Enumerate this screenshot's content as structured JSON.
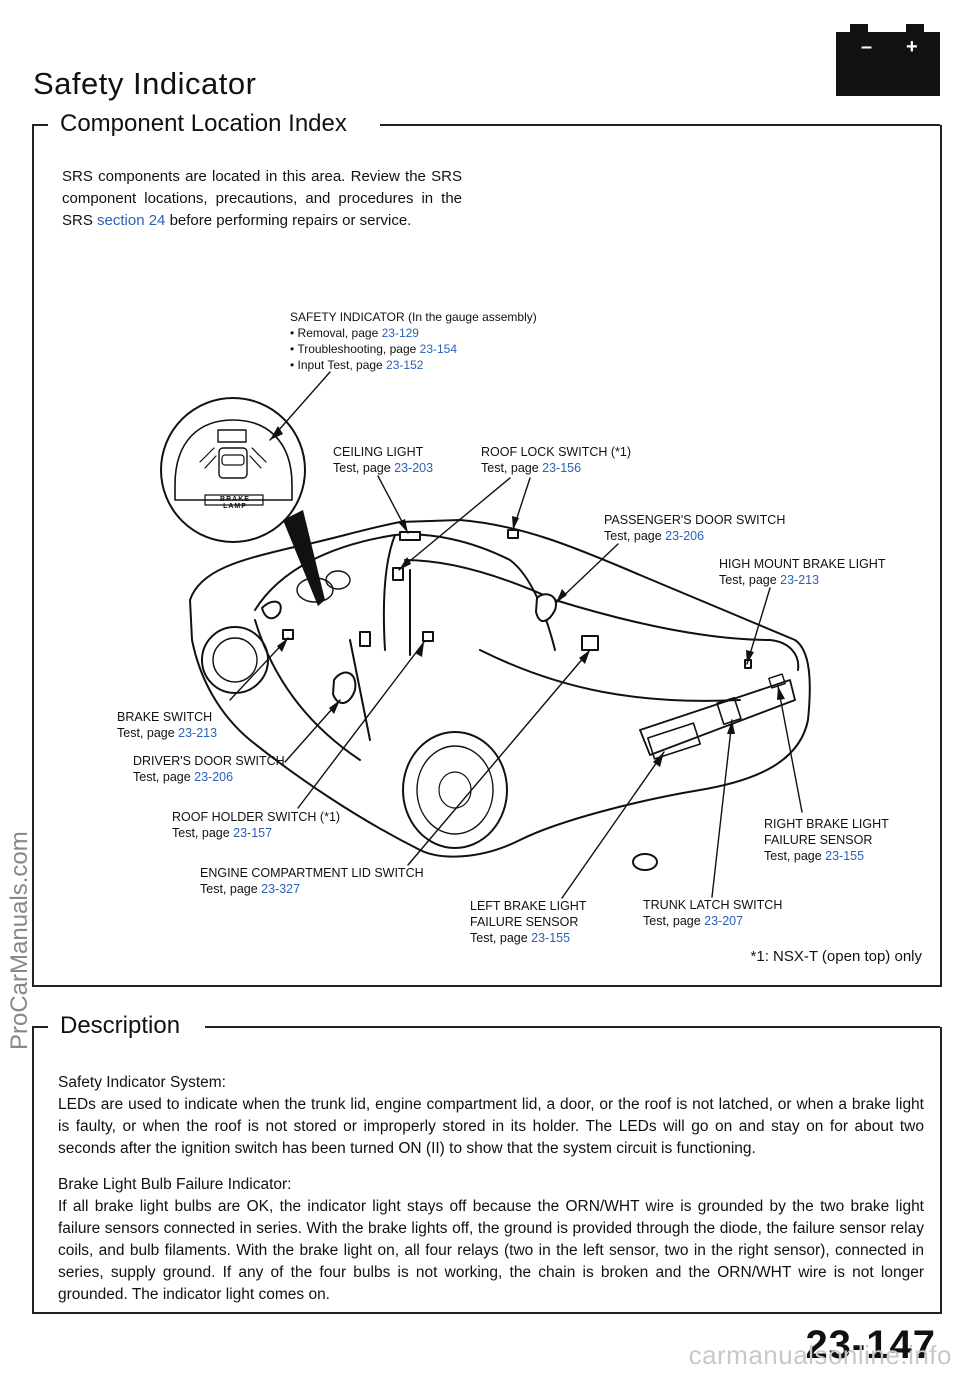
{
  "header": {
    "title": "Safety Indicator",
    "battery_minus": "–",
    "battery_plus": "+"
  },
  "section1": {
    "title": "Component Location Index",
    "intro_pre": "SRS components are located in this area. Review the SRS component locations, precautions, and procedures in the SRS ",
    "intro_link": "section 24",
    "intro_post": " before performing repairs or service."
  },
  "callouts": {
    "safety_indicator": {
      "title": "SAFETY INDICATOR (In the gauge assembly)",
      "items": [
        {
          "label": "• Removal, page ",
          "page": "23-129"
        },
        {
          "label": "• Troubleshooting, page ",
          "page": "23-154"
        },
        {
          "label": "• Input Test, page ",
          "page": "23-152"
        }
      ]
    },
    "ceiling_light": {
      "name": "CEILING LIGHT",
      "test": "Test, page ",
      "page": "23-203"
    },
    "roof_lock_switch": {
      "name": "ROOF LOCK SWITCH (*1)",
      "test": "Test, page ",
      "page": "23-156"
    },
    "passenger_door_switch": {
      "name": "PASSENGER'S DOOR SWITCH",
      "test": "Test, page ",
      "page": "23-206"
    },
    "high_mount_brake_light": {
      "name": "HIGH MOUNT BRAKE LIGHT",
      "test": "Test, page ",
      "page": "23-213"
    },
    "brake_switch": {
      "name": "BRAKE SWITCH",
      "test": "Test, page ",
      "page": "23-213"
    },
    "driver_door_switch": {
      "name": "DRIVER'S DOOR SWITCH",
      "test": "Test, page ",
      "page": "23-206"
    },
    "roof_holder_switch": {
      "name": "ROOF HOLDER SWITCH (*1)",
      "test": "Test, page ",
      "page": "23-157"
    },
    "engine_lid_switch": {
      "name": "ENGINE COMPARTMENT LID SWITCH",
      "test": "Test, page ",
      "page": "23-327"
    },
    "right_brake_sensor": {
      "name1": "RIGHT BRAKE LIGHT",
      "name2": "FAILURE SENSOR",
      "test": "Test, page ",
      "page": "23-155"
    },
    "left_brake_sensor": {
      "name1": "LEFT BRAKE LIGHT",
      "name2": "FAILURE SENSOR",
      "test": "Test, page ",
      "page": "23-155"
    },
    "trunk_latch_switch": {
      "name": "TRUNK LATCH SWITCH",
      "test": "Test, page ",
      "page": "23-207"
    }
  },
  "inset_label": "BRAKE LAMP",
  "footnote": "*1: NSX-T (open top) only",
  "section2": {
    "title": "Description",
    "p1_heading": "Safety Indicator System:",
    "p1_body": "LEDs are used to indicate when the trunk lid, engine compartment lid, a door, or the roof is not latched, or when a brake light is faulty, or when the roof is not stored or improperly stored in its holder. The LEDs will go on and stay on for about two seconds after the ignition switch has been turned ON (II) to show that the system circuit is functioning.",
    "p2_heading": "Brake Light Bulb Failure Indicator:",
    "p2_body": "If all brake light bulbs are OK, the indicator light stays off because the ORN/WHT wire is grounded by the two brake light failure sensors connected in series. With the brake lights off, the ground is provided through the diode, the failure sensor relay coils, and bulb filaments. With the brake light on, all four relays (two in the left sensor, two in the right sensor), connected in series, supply ground. If any of the four bulbs is not working, the chain is broken and the ORN/WHT wire is not longer grounded. The indicator light comes on."
  },
  "page_number": "23-147",
  "watermarks": {
    "side": "ProCarManuals.com",
    "bottom": "carmanualsonline.info"
  }
}
